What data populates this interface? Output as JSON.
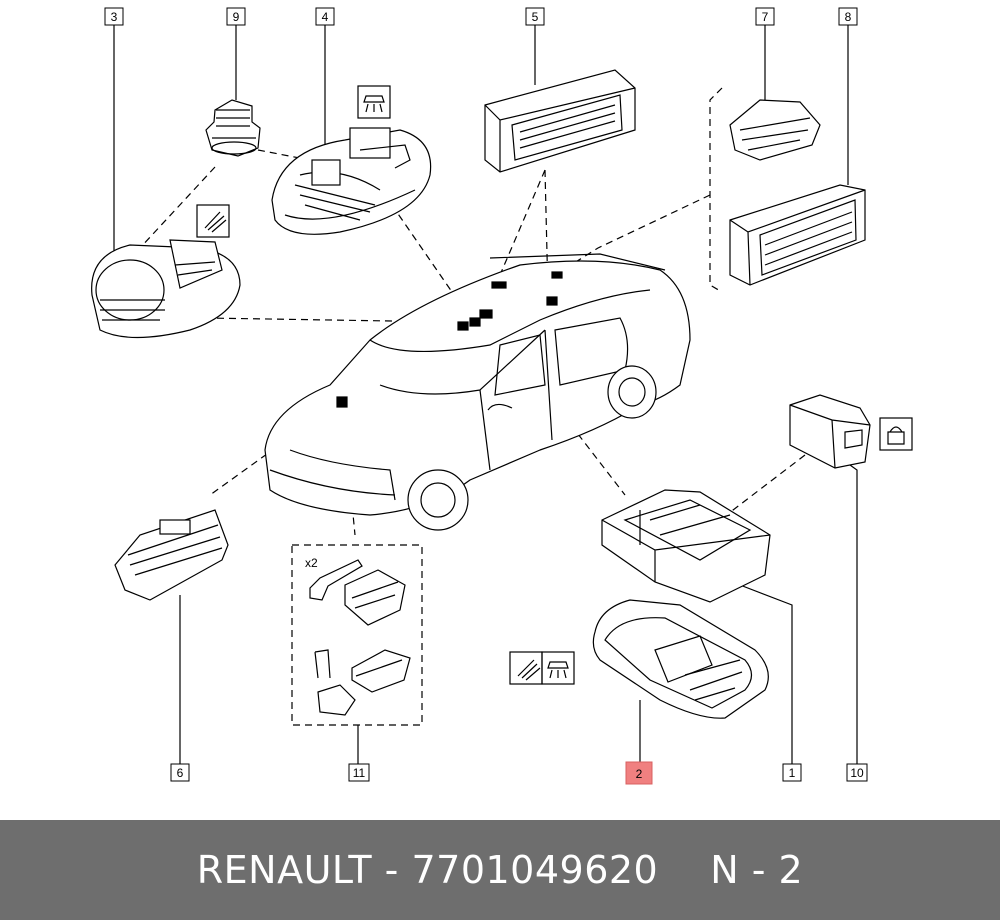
{
  "callouts": [
    {
      "label": "1",
      "highlight": false
    },
    {
      "label": "2",
      "highlight": true
    },
    {
      "label": "3",
      "highlight": false
    },
    {
      "label": "4",
      "highlight": false
    },
    {
      "label": "5",
      "highlight": false
    },
    {
      "label": "6",
      "highlight": false
    },
    {
      "label": "7",
      "highlight": false
    },
    {
      "label": "8",
      "highlight": false
    },
    {
      "label": "9",
      "highlight": false
    },
    {
      "label": "10",
      "highlight": false
    },
    {
      "label": "11",
      "highlight": false
    }
  ],
  "annotations": {
    "quantity": "x2"
  },
  "footer": {
    "brand": "RENAULT",
    "separator": "-",
    "part_number": "7701049620",
    "position": "N - 2"
  },
  "colors": {
    "highlight": "#f08080",
    "footer_bg": "#6e6e6e",
    "line": "#000000"
  },
  "icons": [
    "map-light-icon",
    "dome-light-icon",
    "lock-icon"
  ]
}
